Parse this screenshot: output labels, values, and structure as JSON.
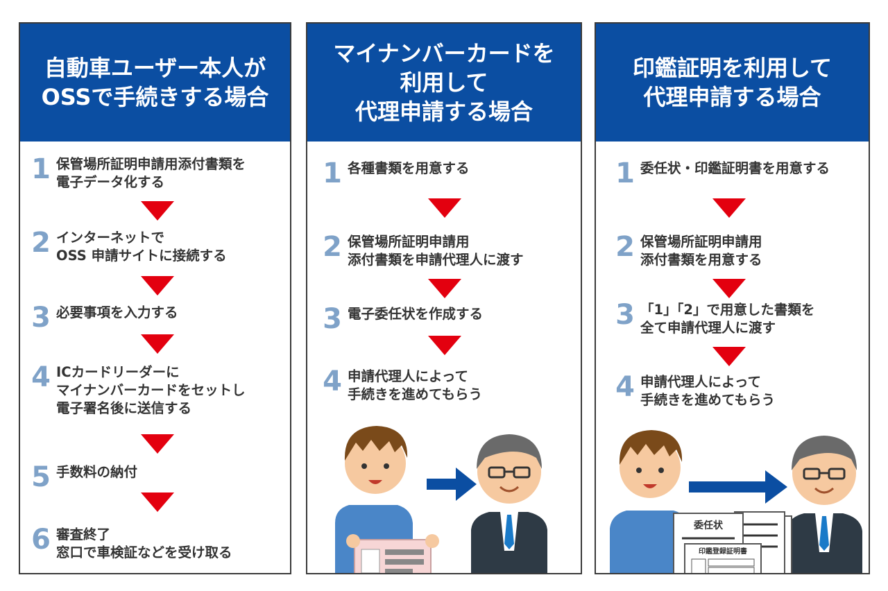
{
  "columns": [
    {
      "title_lines": [
        "自動車ユーザー本人が",
        "OSSで手続きする場合"
      ],
      "steps": [
        {
          "num": "1",
          "lines": [
            "保管場所証明申請用添付書類を",
            "電子データ化する"
          ]
        },
        {
          "num": "2",
          "lines": [
            "インターネットで",
            "OSS 申請サイトに接続する"
          ]
        },
        {
          "num": "3",
          "lines": [
            "必要事項を入力する"
          ]
        },
        {
          "num": "4",
          "lines": [
            "ICカードリーダーに",
            "マイナンバーカードをセットし",
            "電子署名後に送信する"
          ]
        },
        {
          "num": "5",
          "lines": [
            "手数料の納付"
          ]
        },
        {
          "num": "6",
          "lines": [
            "審査終了",
            "窓口で車検証などを受け取る"
          ]
        }
      ]
    },
    {
      "title_lines": [
        "マイナンバーカードを",
        "利用して",
        "代理申請する場合"
      ],
      "steps": [
        {
          "num": "1",
          "lines": [
            "各種書類を用意する"
          ]
        },
        {
          "num": "2",
          "lines": [
            "保管場所証明申請用",
            "添付書類を申請代理人に渡す"
          ]
        },
        {
          "num": "3",
          "lines": [
            "電子委任状を作成する"
          ]
        },
        {
          "num": "4",
          "lines": [
            "申請代理人によって",
            "手続きを進めてもらう"
          ]
        }
      ]
    },
    {
      "title_lines": [
        "印鑑証明を利用して",
        "代理申請する場合"
      ],
      "steps": [
        {
          "num": "1",
          "lines": [
            "委任状・印鑑証明書を用意する"
          ]
        },
        {
          "num": "2",
          "lines": [
            "保管場所証明申請用",
            "添付書類を用意する"
          ]
        },
        {
          "num": "3",
          "lines": [
            "「1」「2」で用意した書類を",
            "全て申請代理人に渡す"
          ]
        },
        {
          "num": "4",
          "lines": [
            "申請代理人によって",
            "手続きを進めてもらう"
          ]
        }
      ],
      "doc_labels": {
        "proxy": "委任状",
        "seal": "印鑑登録証明書"
      }
    }
  ],
  "colors": {
    "header": "#0b4ea2",
    "arrow_down": "#e3000f",
    "number": "#7fa2c8",
    "arrow_right": "#0b4ea2"
  }
}
